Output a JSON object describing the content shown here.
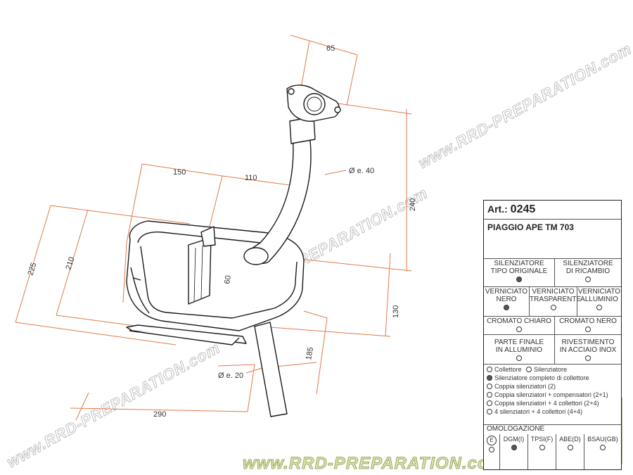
{
  "dimensions": {
    "d65": "65",
    "d150": "150",
    "d110": "110",
    "diam40": "Ø e. 40",
    "d240": "240",
    "d225": "225",
    "d210": "210",
    "d60": "60",
    "d130": "130",
    "d185": "185",
    "diam20": "Ø e. 20",
    "d290": "290"
  },
  "watermark": {
    "text": "www.RRD-PREPARATION.com",
    "bottom_text": "www.RRD-PREPARATION.com"
  },
  "spec": {
    "art_label": "Art.:",
    "art_number": "0245",
    "model": "PIAGGIO APE TM 703",
    "silencer_type": [
      {
        "label": "SILENZIATORE\nTIPO ORIGINALE",
        "selected": true
      },
      {
        "label": "SILENZIATORE\nDI RICAMBIO",
        "selected": false
      }
    ],
    "paint": [
      {
        "label": "VERNICIATO\nNERO",
        "selected": true
      },
      {
        "label": "VERNICIATO\nTRASPARENTE",
        "selected": false
      },
      {
        "label": "VERNICIATO\nALLUMINIO",
        "selected": false
      }
    ],
    "chrome": [
      {
        "label": "CROMATO CHIARO",
        "selected": false
      },
      {
        "label": "CROMATO NERO",
        "selected": false
      }
    ],
    "finish": [
      {
        "label": "PARTE FINALE\nIN ALLUMINIO",
        "selected": false
      },
      {
        "label": "RIVESTIMENTO\nIN ACCIAIO INOX",
        "selected": false
      }
    ],
    "options": {
      "collettore": "Collettore",
      "silenziatore": "Silenziatore",
      "completo": "Silenziatore completo di collettore",
      "coppia": "Coppia silenziatori (2)",
      "coppia_comp": "Coppia silenziatori + compensatori (2+1)",
      "coppia_4": "Coppia silenziatori + 4 collettori (2+4)",
      "quattro": "4 silenziatori + 4 collettori (4+4)"
    },
    "omologazione": {
      "title": "OMOLOGAZIONE",
      "items": [
        {
          "label": "E",
          "selected": false
        },
        {
          "label": "DGM(I)",
          "selected": true
        },
        {
          "label": "TPSI(F)",
          "selected": false
        },
        {
          "label": "ABE(D)",
          "selected": false
        },
        {
          "label": "BSAU(GB)",
          "selected": false
        }
      ]
    }
  },
  "colors": {
    "dimension_line": "#e07a4a",
    "outline": "#1a1a1a",
    "accent_green": "#9aa85a"
  }
}
